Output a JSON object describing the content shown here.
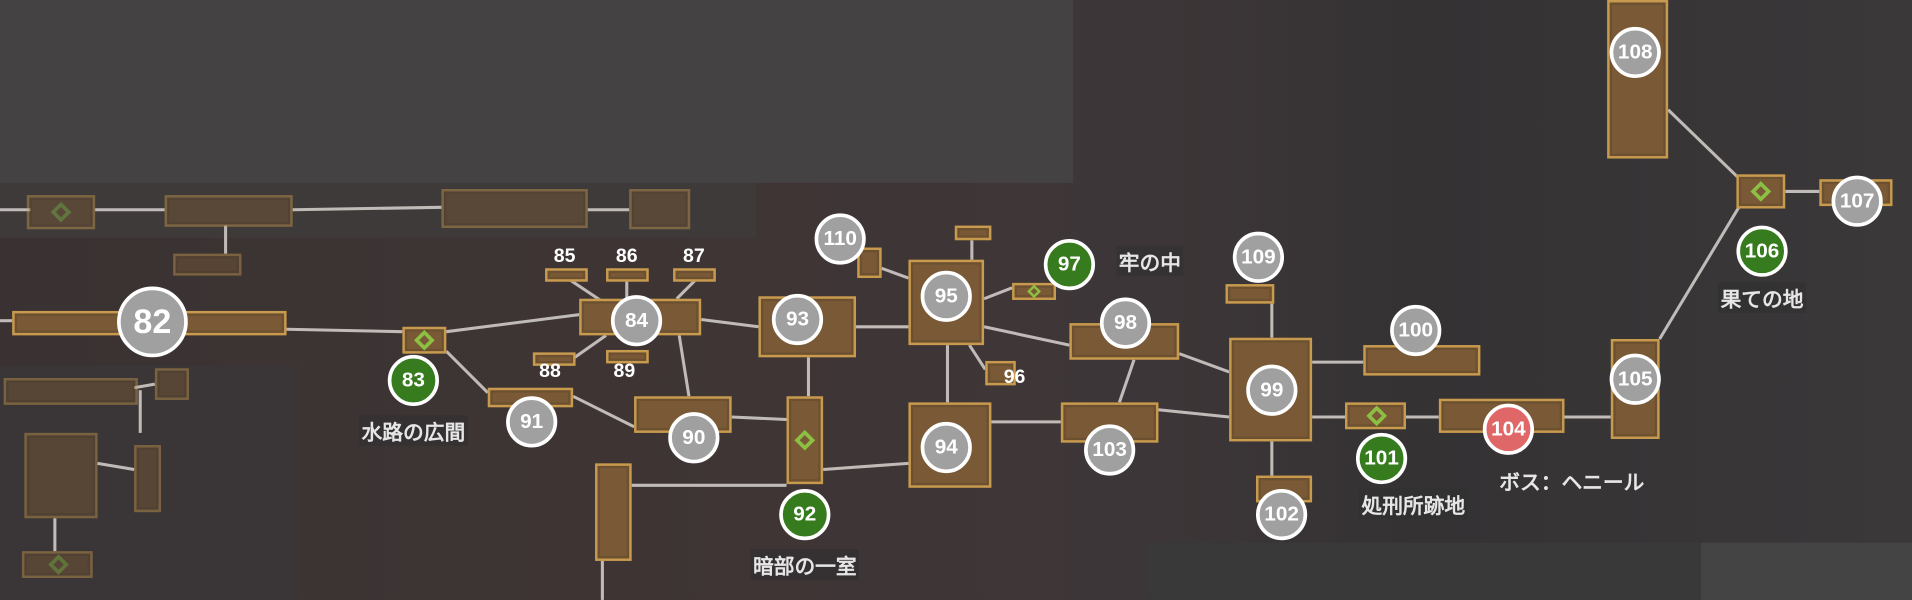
{
  "colors": {
    "room": "#7a5a36",
    "room_border": "#c79a4e",
    "marker_gray": "#a0a0a0",
    "marker_green": "#367b1e",
    "marker_boss": "#e06767"
  },
  "markers": [
    {
      "number": "82",
      "status": "normal"
    },
    {
      "number": "83",
      "status": "save"
    },
    {
      "number": "84",
      "status": "normal"
    },
    {
      "number": "91",
      "status": "normal"
    },
    {
      "number": "90",
      "status": "normal"
    },
    {
      "number": "93",
      "status": "normal"
    },
    {
      "number": "92",
      "status": "save"
    },
    {
      "number": "95",
      "status": "normal"
    },
    {
      "number": "97",
      "status": "save"
    },
    {
      "number": "110",
      "status": "normal"
    },
    {
      "number": "94",
      "status": "normal"
    },
    {
      "number": "98",
      "status": "normal"
    },
    {
      "number": "103",
      "status": "normal"
    },
    {
      "number": "109",
      "status": "normal"
    },
    {
      "number": "99",
      "status": "normal"
    },
    {
      "number": "100",
      "status": "normal"
    },
    {
      "number": "102",
      "status": "normal"
    },
    {
      "number": "101",
      "status": "save"
    },
    {
      "number": "104",
      "status": "boss"
    },
    {
      "number": "105",
      "status": "normal"
    },
    {
      "number": "106",
      "status": "save"
    },
    {
      "number": "108",
      "status": "normal"
    },
    {
      "number": "107",
      "status": "normal"
    }
  ],
  "small_numbers": [
    "85",
    "86",
    "87",
    "88",
    "89",
    "96"
  ],
  "area_labels": {
    "suiro": "水路の広間",
    "rou": "牢の中",
    "anbu": "暗部の一室",
    "shokei": "処刑所跡地",
    "boss": "ボス：ヘニール",
    "hate": "果ての地"
  }
}
